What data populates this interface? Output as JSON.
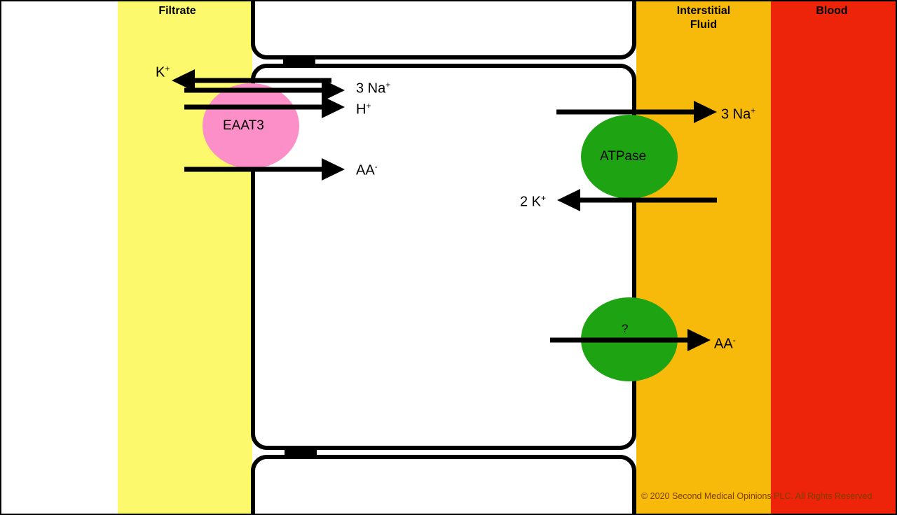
{
  "regions": {
    "filtrate": {
      "label": "Filtrate",
      "color": "#fcf96d"
    },
    "interstitial": {
      "label_line1": "Interstitial",
      "label_line2": "Fluid",
      "color": "#f8ba0a"
    },
    "blood": {
      "label": "Blood",
      "color": "#ed2409"
    }
  },
  "transporters": {
    "eaat3": {
      "label": "EAAT3",
      "color": "#fc8ec8"
    },
    "atpase": {
      "label": "ATPase",
      "color": "#1ea412"
    },
    "unknown": {
      "label": "?",
      "color": "#1ea412"
    }
  },
  "ions": {
    "k_out": {
      "base": "K",
      "sup": "+"
    },
    "na_in": {
      "base": "3 Na",
      "sup": "+"
    },
    "h_in": {
      "base": "H",
      "sup": "+"
    },
    "aa_in": {
      "base": "AA",
      "sup": "-"
    },
    "na_out": {
      "base": "3 Na",
      "sup": "+"
    },
    "k_in": {
      "base": "2 K",
      "sup": "+"
    },
    "aa_out": {
      "base": "AA",
      "sup": "-"
    }
  },
  "copyright": "© 2020 Second Medical Opinions PLC. All Rights Reserved"
}
